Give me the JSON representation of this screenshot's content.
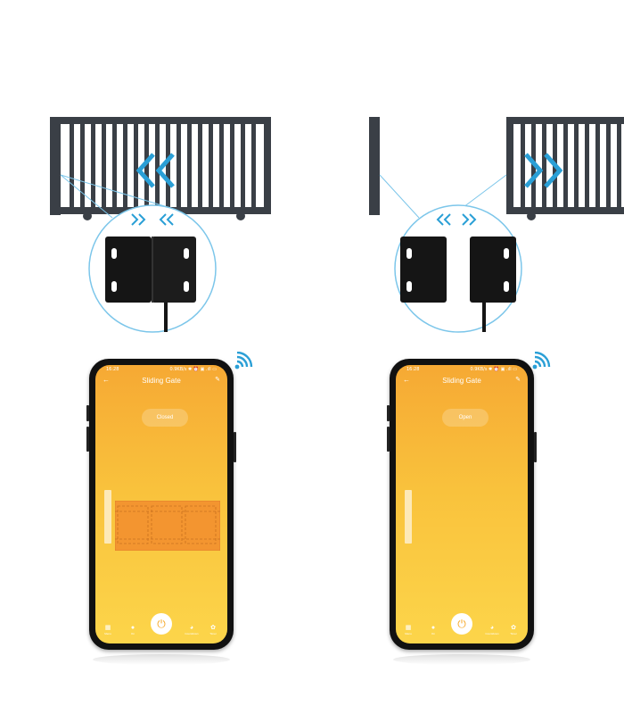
{
  "colors": {
    "gate": "#3a3f46",
    "accent": "#2a9fd6",
    "sensor": "#151515",
    "app_bg": "#f9c23c",
    "door_fill": "#f39530"
  },
  "icons": [
    "gate-icon",
    "arrows-inward-icon",
    "arrows-outward-icon",
    "magnet-sensor-icon",
    "wifi-icon",
    "power-icon",
    "back-icon",
    "edit-icon"
  ],
  "phones": [
    {
      "status_time": "16:28",
      "status_right": "0.9KB/s ✱ ⏰ ▣ .ıll ▭",
      "title": "Sliding Gate",
      "state": "Closed",
      "toolbar": [
        "Menu",
        "On",
        "Countdown",
        "Timer"
      ]
    },
    {
      "status_time": "16:28",
      "status_right": "0.9KB/s ✱ ⏰ ▣ .ıll ▭",
      "title": "Sliding Gate",
      "state": "Open",
      "toolbar": [
        "Menu",
        "On",
        "Countdown",
        "Timer"
      ]
    }
  ]
}
